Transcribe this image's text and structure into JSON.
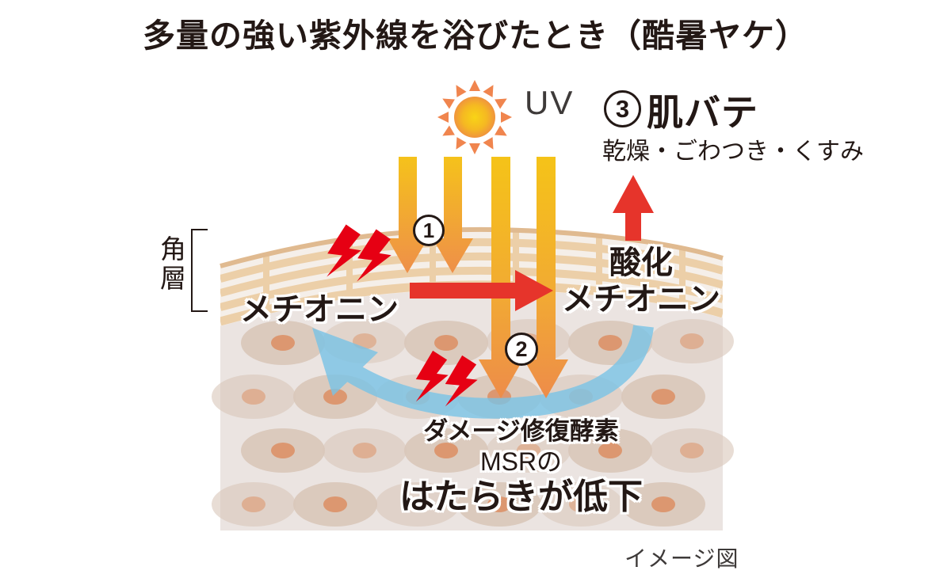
{
  "title": "多量の強い紫外線を浴びたとき（酷暑ヤケ）",
  "sun": {
    "uv_label": "UV"
  },
  "outcome": {
    "step_number": "3",
    "label": "肌バテ",
    "symptoms": "乾燥・ごわつき・くすみ"
  },
  "skin": {
    "layer_label": "角層"
  },
  "steps": {
    "step1": "1",
    "step2": "2"
  },
  "molecules": {
    "methionine": "メチオニン",
    "oxidized_line1": "酸化",
    "oxidized_line2": "メチオニン"
  },
  "enzyme": {
    "line1": "ダメージ修復酵素",
    "line2": "MSRの",
    "line3": "はたらきが低下"
  },
  "caption": "イメージ図",
  "colors": {
    "text_dark": "#231815",
    "red_accent": "#e6342b",
    "lightning_red": "#e60013",
    "uv_yellow": "#f5c318",
    "uv_orange": "#ee8c44",
    "sun_core": "#f6c513",
    "sun_edge": "#f0943e",
    "sun_ray": "#f0854e",
    "recovery_blue": "#79c3e6",
    "dermis_bg": "#ebe4e1",
    "band_bg": "#f5efe9",
    "band_bar": "#eccfa8",
    "surface_line": "#e0ba90",
    "cell_body": "#d9c6b9",
    "cell_nucleus": "#dc9770"
  }
}
